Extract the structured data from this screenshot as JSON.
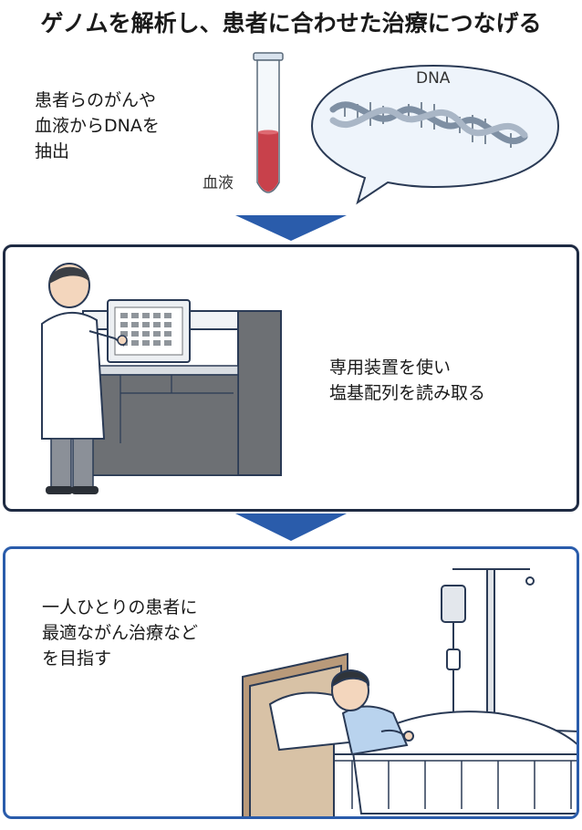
{
  "title": "ゲノムを解析し、患者に合わせた治療につなげる",
  "step1": {
    "lines": [
      "患者らのがんや",
      "血液からDNAを",
      "抽出"
    ],
    "blood_label": "血液",
    "dna_label": "DNA"
  },
  "step2": {
    "lines": [
      "専用装置を使い",
      "塩基配列を読み取る"
    ]
  },
  "step3": {
    "lines": [
      "一人ひとりの患者に",
      "最適ながん治療など",
      "を目指す"
    ]
  },
  "colors": {
    "arrow": "#2a5cab",
    "panel2_border": "#1f2b43",
    "panel3_border": "#2a5cab",
    "blood": "#c8414b",
    "bubble": "#eef4fb"
  }
}
